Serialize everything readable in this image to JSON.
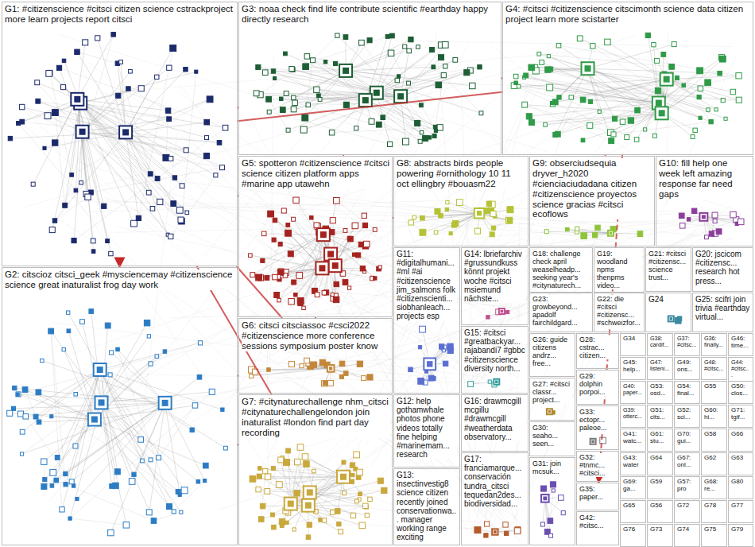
{
  "diagram": {
    "nodes": [
      {
        "text": [
          "G1: #citizenscience #citsci citizen science cstrackproject more learn projects report citsci"
        ]
      },
      {
        "text": [
          "G3: noaa check find life contribute scientific #earthday happy directly research"
        ]
      },
      {
        "text": [
          "G4: #citsci #citizenscience citscimonth science data citizen project learn more scistarter"
        ]
      },
      {
        "text": [
          "G5: spotteron #citizenscience #citsci science citizen platform apps #marine app utawehn"
        ]
      },
      {
        "text": [
          "G8: abstracts birds people powering #ornithology 10 11 oct ellingbry #bouasm22"
        ]
      },
      {
        "text": [
          "G9: obserciudsequia dryver_h2020 #cienciaciudadana citizen #citizenscience proyectos science gracias #citsci ecoflows"
        ]
      },
      {
        "text": [
          "G10: fill help one week left amazing response far need gaps"
        ]
      },
      {
        "text": [
          "G2: citscioz citsci_geek #mysciencemay #citizenscience science great inaturalist frog day work"
        ]
      },
      {
        "text": [
          "G6: citsci citsciassoc #csci2022 #citizenscience more conference sessions symposium poster know"
        ]
      },
      {
        "text": [
          "G7: #citynaturechallenge nhm_citsci #citynaturechallengelondon join inaturalist #london find part day recording"
        ]
      },
      {
        "text": [
          "G11: #digitalhumani... #ml #ai #citizenscience jim_salmons folk #citizenscienti... siobhanleach... projects esp"
        ]
      },
      {
        "text": [
          "G14: lbriefarchiv #grussundkuss könnt projekt woche #citsci msiemund nächste..."
        ]
      },
      {
        "text": [
          "G15: #citsci #greatbackyar... rajabandi7 #gbbc #citizenscience diversity north..."
        ]
      },
      {
        "text": [
          "G12: help gothamwhale photos phone videos totally fine helping #marinemam... research"
        ]
      },
      {
        "text": [
          "G13: insectinvestig8 science citizen recently joined conservationwa... manager working range exciting"
        ]
      },
      {
        "text": [
          "G16: drawmcgill mcgillu #drawmcgill #weatherdata observatory..."
        ]
      },
      {
        "text": [
          "G17: franciamarque... conservación tundra_citsci tequedan2des... biodiversidad..."
        ]
      },
      {
        "text": [
          "G18: challenge check april weaselheadp... seeking year's #citynaturech..."
        ]
      },
      {
        "text": [
          "G19: woodland npms thenpms video..."
        ]
      },
      {
        "text": [
          "G21: #citsci #citizensc... science trust..."
        ]
      },
      {
        "text": [
          "G20: jscicom #citizensc... research hot press..."
        ]
      },
      {
        "text": [
          "G23: growbeyond... apadolf fairchildgard..."
        ]
      },
      {
        "text": [
          "G22: die #citsci #citizensc... #schweizfor..."
        ]
      },
      {
        "text": [
          "G24"
        ]
      },
      {
        "text": [
          "G25: scifri join trivia #earthday virtual..."
        ]
      },
      {
        "text": [
          "G26: guide citizens andrz... free..."
        ]
      },
      {
        "text": [
          "G28: cstrac... citizen..."
        ]
      },
      {
        "text": [
          "G29: dolphin porpoi..."
        ]
      },
      {
        "text": [
          "G27: #citsci classr... project..."
        ]
      },
      {
        "text": [
          "G33: ectopr... paleoe..."
        ]
      },
      {
        "text": [
          "G30: seaho... seen..."
        ]
      },
      {
        "text": [
          "G32: #tnmc... #citsci..."
        ]
      },
      {
        "text": [
          "G31: join mcsuk..."
        ]
      },
      {
        "text": [
          "G35: paper..."
        ]
      },
      {
        "text": [
          "G42: #citsc..."
        ]
      },
      {
        "text": [
          "G34"
        ]
      },
      {
        "text": [
          "G38: cardif..."
        ]
      },
      {
        "text": [
          "G37: #citsc..."
        ]
      },
      {
        "text": [
          "G36: finally..."
        ]
      },
      {
        "text": [
          "G46: time..."
        ]
      },
      {
        "text": [
          "G45: help..."
        ]
      },
      {
        "text": [
          "G47: listeni..."
        ]
      },
      {
        "text": [
          "G49: ons..."
        ]
      },
      {
        "text": [
          "G48: #citsc..."
        ]
      },
      {
        "text": [
          "G44: #citsc..."
        ]
      },
      {
        "text": [
          "G40: paper..."
        ]
      },
      {
        "text": [
          "G53: osd..."
        ]
      },
      {
        "text": [
          "G54: final..."
        ]
      },
      {
        "text": [
          "G55"
        ]
      },
      {
        "text": [
          "G50: clos..."
        ]
      },
      {
        "text": [
          "G39: otterc..."
        ]
      },
      {
        "text": [
          "G51: cits..."
        ]
      },
      {
        "text": [
          "G52: sci..."
        ]
      },
      {
        "text": [
          "G60: hi..."
        ]
      },
      {
        "text": [
          "G71: tgif..."
        ]
      },
      {
        "text": [
          "G41: watc..."
        ]
      },
      {
        "text": [
          "G61: stu..."
        ]
      },
      {
        "text": [
          "G70: gui..."
        ]
      },
      {
        "text": [
          "G58"
        ]
      },
      {
        "text": [
          "G66"
        ]
      },
      {
        "text": [
          "G43: water"
        ]
      },
      {
        "text": [
          "G64"
        ]
      },
      {
        "text": [
          "G67: onl..."
        ]
      },
      {
        "text": [
          "G62"
        ]
      },
      {
        "text": [
          "G63"
        ]
      },
      {
        "text": [
          "G69: ga..."
        ]
      },
      {
        "text": [
          "G59"
        ]
      },
      {
        "text": [
          "G57: pro"
        ]
      },
      {
        "text": [
          "G68: re..."
        ]
      },
      {
        "text": [
          "G80"
        ]
      },
      {
        "text": [
          "G65"
        ]
      },
      {
        "text": [
          "G56"
        ]
      },
      {
        "text": [
          "G72"
        ]
      },
      {
        "text": [
          "G78"
        ]
      },
      {
        "text": [
          "G77"
        ]
      },
      {
        "text": [
          "G76"
        ]
      },
      {
        "text": [
          "G73"
        ]
      },
      {
        "text": [
          "G74"
        ]
      },
      {
        "text": [
          "G75"
        ]
      },
      {
        "text": [
          "G79"
        ]
      }
    ],
    "edges": [
      {
        "from": 0,
        "to": 1,
        "arrow": "none"
      },
      {
        "from": 0,
        "to": 2,
        "arrow": "none"
      },
      {
        "from": 0,
        "to": 3,
        "arrow": "none"
      },
      {
        "from": 0,
        "to": 7,
        "arrow": "to"
      },
      {
        "from": 1,
        "to": 2,
        "arrow": "none"
      },
      {
        "from": 0,
        "to": 8,
        "arrow": "none"
      },
      {
        "from": 0,
        "to": 9,
        "arrow": "none"
      },
      {
        "from": 7,
        "to": 9,
        "arrow": "none"
      },
      {
        "from": 2,
        "to": 33,
        "arrow": "to"
      },
      {
        "from": 3,
        "to": 4,
        "arrow": "none"
      },
      {
        "from": 2,
        "to": 5,
        "arrow": "none"
      },
      {
        "from": 7,
        "to": 8,
        "arrow": "none"
      },
      {
        "from": 1,
        "to": 3,
        "arrow": "none"
      },
      {
        "from": 3,
        "to": 8,
        "arrow": "none"
      }
    ]
  }
}
